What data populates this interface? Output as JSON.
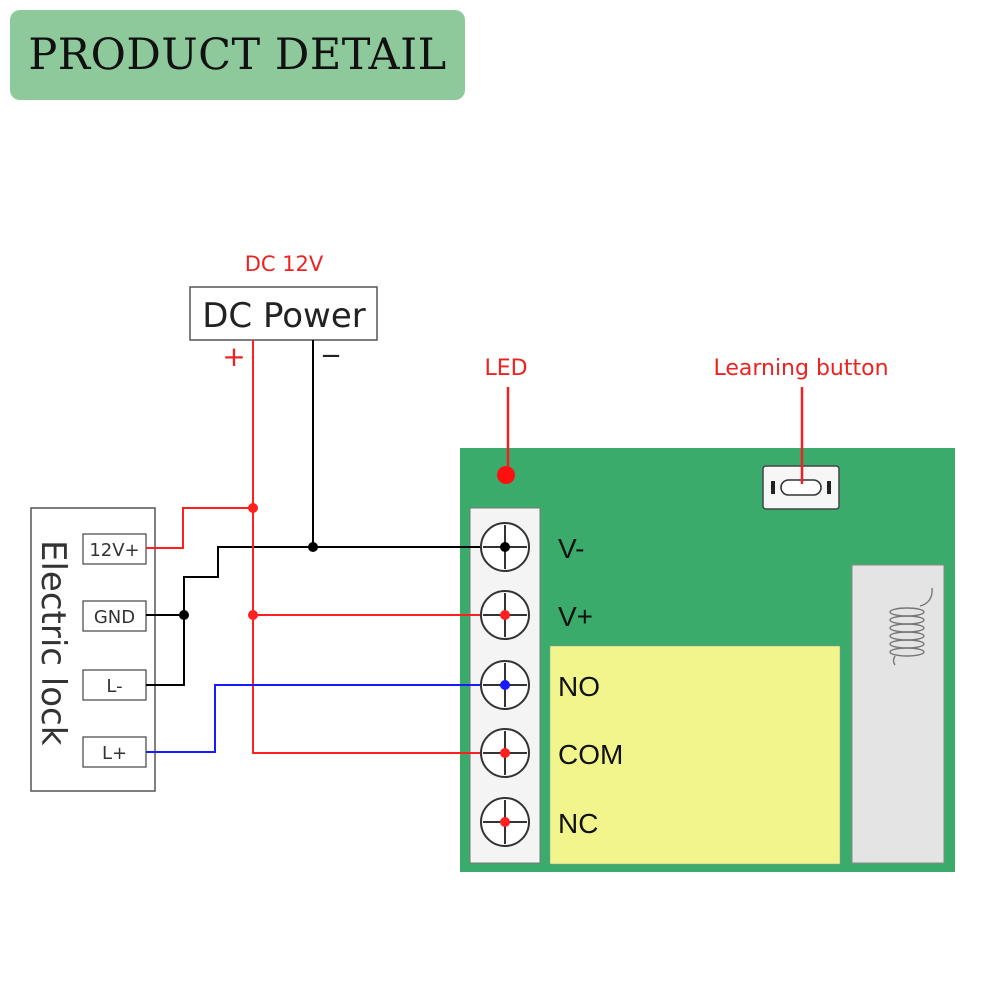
{
  "banner": {
    "title": "PRODUCT DETAIL"
  },
  "power": {
    "voltage_label": "DC 12V",
    "box_label": "DC Power",
    "plus": "+",
    "minus": "−"
  },
  "annotations": {
    "led": "LED",
    "learning_button": "Learning button"
  },
  "lock": {
    "title": "Electric lock",
    "terminals": [
      "12V+",
      "GND",
      "L-",
      "L+"
    ]
  },
  "board": {
    "terminals": [
      "V-",
      "V+",
      "NO",
      "COM",
      "NC"
    ]
  },
  "colors": {
    "banner": "#8dc99b",
    "board": "#3aab6a",
    "relay": "#f1f58c",
    "red_wire": "#ff2020",
    "blue_wire": "#1a1aff",
    "black_wire": "#000000",
    "annotation": "#ee2222"
  }
}
